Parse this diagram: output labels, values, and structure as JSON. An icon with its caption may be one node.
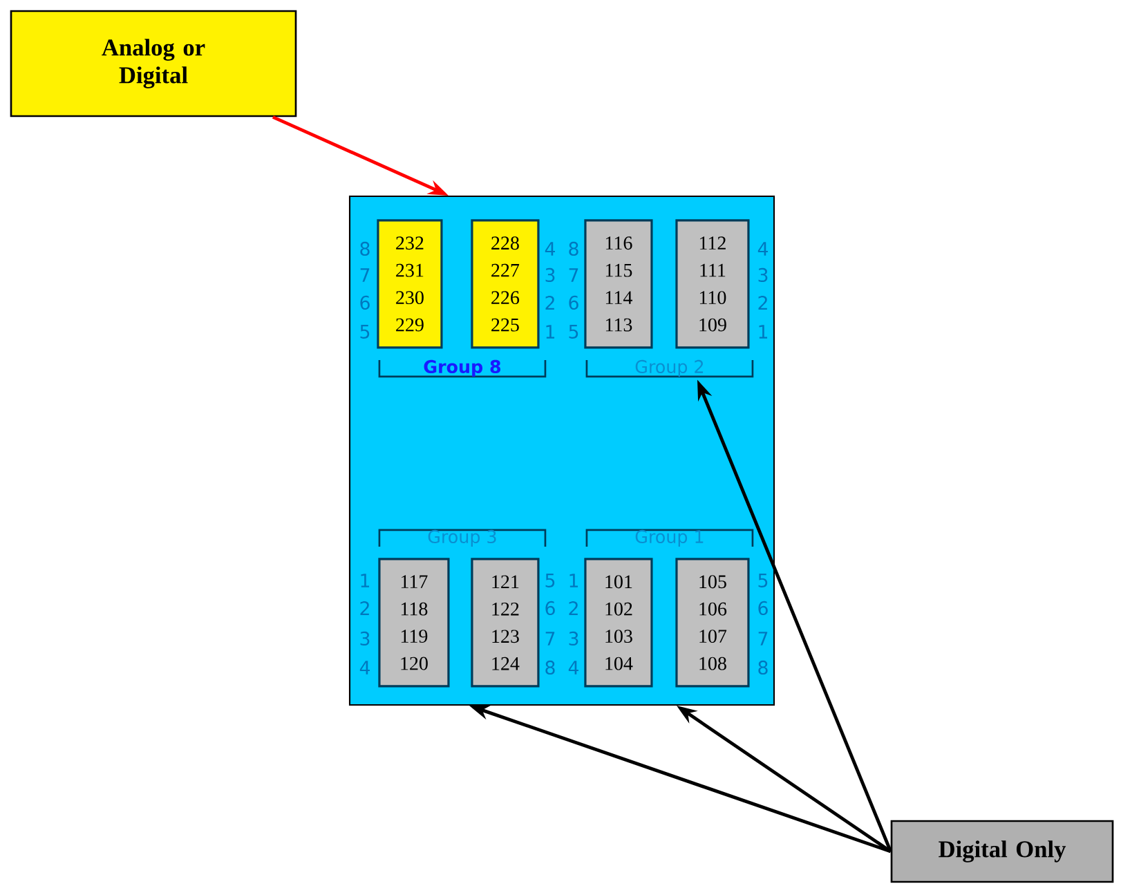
{
  "diagram": {
    "nodes": [
      {
        "text": [
          "Analog or Digital"
        ]
      },
      {
        "text": [],
        "shape": "box"
      },
      {
        "text": [
          "Group 8"
        ],
        "in": 1
      },
      {
        "text": [
          "232",
          "231",
          "230",
          "229"
        ],
        "in": 1
      },
      {
        "text": [
          "228",
          "227",
          "226",
          "225"
        ],
        "in": 1
      },
      {
        "text": [
          "Group 2"
        ],
        "in": 1
      },
      {
        "text": [
          "116",
          "115",
          "114",
          "113"
        ],
        "in": 1
      },
      {
        "text": [
          "112",
          "111",
          "110",
          "109"
        ],
        "in": 1
      },
      {
        "text": [
          "Group 3"
        ],
        "in": 1
      },
      {
        "text": [
          "117",
          "118",
          "119",
          "120"
        ],
        "in": 1
      },
      {
        "text": [
          "121",
          "122",
          "123",
          "124"
        ],
        "in": 1
      },
      {
        "text": [
          "Group 1"
        ],
        "in": 1
      },
      {
        "text": [
          "101",
          "102",
          "103",
          "104"
        ],
        "in": 1
      },
      {
        "text": [
          "105",
          "106",
          "107",
          "108"
        ],
        "in": 1
      },
      {
        "text": [
          "Digital Only"
        ]
      }
    ],
    "edges": [
      {
        "from": 0,
        "to": 1,
        "arrow": "to",
        "color": "#ff0000"
      },
      {
        "from": 14,
        "to": 1,
        "arrow": "to"
      },
      {
        "from": 14,
        "to": 1,
        "arrow": "to"
      },
      {
        "from": 14,
        "to": 5,
        "arrow": "to"
      }
    ],
    "labels": [
      "8",
      "7",
      "6",
      "5",
      "4",
      "3",
      "2",
      "1",
      "8",
      "7",
      "6",
      "5",
      "4",
      "3",
      "2",
      "1",
      "1",
      "2",
      "3",
      "4",
      "5",
      "6",
      "7",
      "8",
      "1",
      "2",
      "3",
      "4",
      "5",
      "6",
      "7",
      "8"
    ]
  }
}
